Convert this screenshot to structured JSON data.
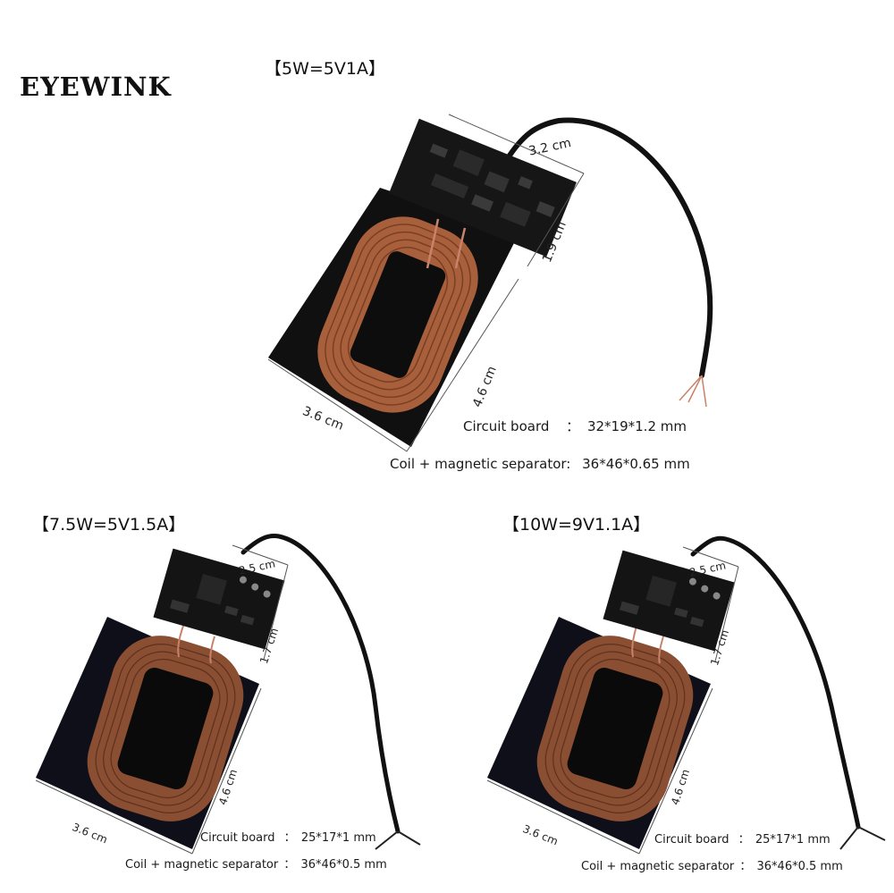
{
  "brand": "EYEWINK",
  "variants": [
    {
      "title": "【5W=5V1A】",
      "dimensions": {
        "board_width": "3.2 cm",
        "board_height": "1.9 cm",
        "coil_width": "3.6 cm",
        "coil_height": "4.6 cm"
      },
      "specs": {
        "circuit_label": "Circuit board",
        "circuit_sep": "：",
        "circuit_value": "32*19*1.2 mm",
        "coil_label": "Coil + magnetic separator:",
        "coil_value": "36*46*0.65 mm"
      }
    },
    {
      "title": "【7.5W=5V1.5A】",
      "dimensions": {
        "board_width": "2.5 cm",
        "board_height": "1.7 cm",
        "coil_width": "3.6 cm",
        "coil_height": "4.6 cm"
      },
      "specs": {
        "circuit_label": "Circuit board",
        "circuit_sep": "：",
        "circuit_value": "25*17*1 mm",
        "coil_label": "Coil + magnetic separator",
        "coil_sep": "：",
        "coil_value": "36*46*0.5 mm"
      }
    },
    {
      "title": "【10W=9V1.1A】",
      "dimensions": {
        "board_width": "2.5 cm",
        "board_height": "1.7 cm",
        "coil_width": "3.6 cm",
        "coil_height": "4.6 cm"
      },
      "specs": {
        "circuit_label": "Circuit board",
        "circuit_sep": "：",
        "circuit_value": "25*17*1 mm",
        "coil_label": "Coil + magnetic separator",
        "coil_sep": "：",
        "coil_value": "36*46*0.5 mm"
      }
    }
  ],
  "colors": {
    "pcb": "#151515",
    "pad": "#0d0d0d",
    "copper": "#b06a45",
    "copper_dark": "#7a3f22",
    "wire": "#111111",
    "wire_copper": "#c9826a"
  }
}
